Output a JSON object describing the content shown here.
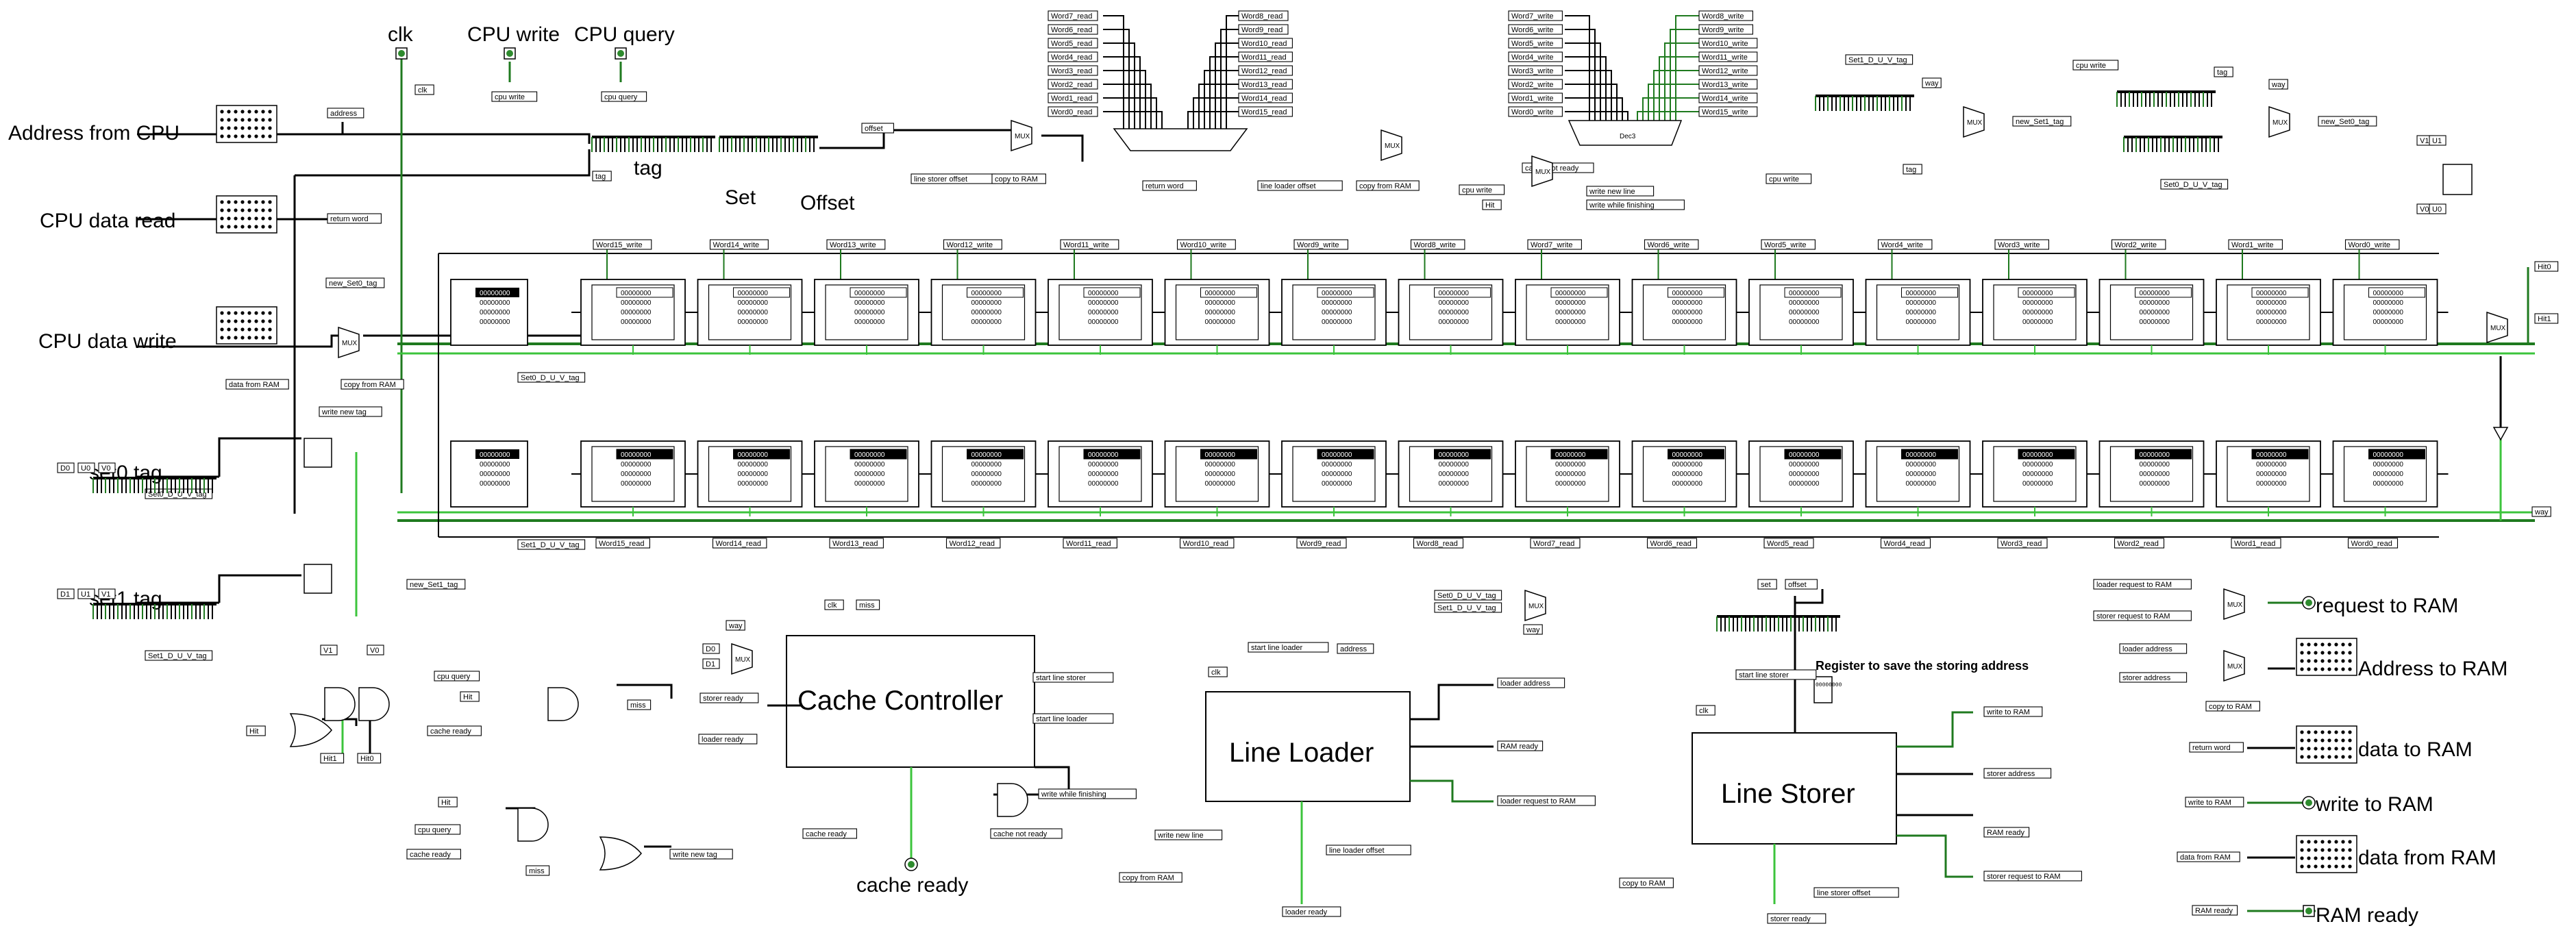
{
  "io_labels": {
    "address_from_cpu": "Address from CPU",
    "cpu_data_read": "CPU data read",
    "cpu_data_write": "CPU data write",
    "clk": "clk",
    "cpu_write": "CPU write",
    "cpu_query": "CPU query",
    "tag": "tag",
    "set": "Set",
    "offset": "Offset",
    "set0_tag": "set0 tag",
    "set1_tag": "set1 tag",
    "cache_ready": "cache ready",
    "request_to_ram": "request to RAM",
    "address_to_ram": "Address to RAM",
    "data_to_ram": "data to RAM",
    "write_to_ram": "write to RAM",
    "data_from_ram": "data from RAM",
    "ram_ready": "RAM ready"
  },
  "blocks": {
    "cache_controller": "Cache Controller",
    "line_loader": "Line Loader",
    "line_storer": "Line Storer",
    "register_note": "Register to save the storing address"
  },
  "word_write_labels": [
    "Word15_write",
    "Word14_write",
    "Word13_write",
    "Word12_write",
    "Word11_write",
    "Word10_write",
    "Word9_write",
    "Word8_write",
    "Word7_write",
    "Word6_write",
    "Word5_write",
    "Word4_write",
    "Word3_write",
    "Word2_write",
    "Word1_write",
    "Word0_write"
  ],
  "word_read_labels": [
    "Word15_read",
    "Word14_read",
    "Word13_read",
    "Word12_read",
    "Word11_read",
    "Word10_read",
    "Word9_read",
    "Word8_read",
    "Word7_read",
    "Word6_read",
    "Word5_read",
    "Word4_read",
    "Word3_read",
    "Word2_read",
    "Word1_read",
    "Word0_read"
  ],
  "mux_read_left": [
    "Word7_read",
    "Word6_read",
    "Word5_read",
    "Word4_read",
    "Word3_read",
    "Word2_read",
    "Word1_read",
    "Word0_read"
  ],
  "mux_read_right": [
    "Word8_read",
    "Word9_read",
    "Word10_read",
    "Word11_read",
    "Word12_read",
    "Word13_read",
    "Word14_read",
    "Word15_read"
  ],
  "dec_write_left": [
    "Word7_write",
    "Word6_write",
    "Word5_write",
    "Word4_write",
    "Word3_write",
    "Word2_write",
    "Word1_write",
    "Word0_write"
  ],
  "dec_write_right": [
    "Word8_write",
    "Word9_write",
    "Word10_write",
    "Word11_write",
    "Word12_write",
    "Word13_write",
    "Word14_write",
    "Word15_write"
  ],
  "register_value": "00000000",
  "tunnels": {
    "address": "address",
    "clk": "clk",
    "cpu_write": "cpu write",
    "cpu_query": "cpu query",
    "offset": "offset",
    "tag": "tag",
    "return_word": "return word",
    "data_from_ram": "data from RAM",
    "copy_from_ram": "copy from RAM",
    "new_set0_tag": "new_Set0_tag",
    "new_set1_tag": "new_Set1_tag",
    "set0_duv_tag": "Set0_D_U_V_tag",
    "set1_duv_tag": "Set1_D_U_V_tag",
    "write_new_tag": "write new tag",
    "line_storer_offset": "line storer offset",
    "line_loader_offset": "line loader offset",
    "copy_to_ram": "copy to RAM",
    "cache_not_ready": "cache not ready",
    "write_new_line": "write new line",
    "write_while_finishing": "write while finishing",
    "hit": "Hit",
    "hit0": "Hit0",
    "hit1": "Hit1",
    "way": "way",
    "miss": "miss",
    "cache_ready": "cache ready",
    "loader_ready": "loader ready",
    "storer_ready": "storer ready",
    "start_line_storer": "start line storer",
    "start_line_loader": "start line loader",
    "loader_address": "loader address",
    "storer_address": "storer address",
    "ram_ready": "RAM ready",
    "loader_request_to_ram": "loader request to RAM",
    "storer_request_to_ram": "storer request to RAM",
    "write_to_ram": "write to RAM",
    "set": "set",
    "d0": "D0",
    "u0": "U0",
    "v0": "V0",
    "d1": "D1",
    "u1": "U1",
    "v1": "V1",
    "mux": "MUX",
    "dec": "Dec3"
  },
  "colors": {
    "wire_black": "#000000",
    "wire_dark_green": "#1f7a1f",
    "wire_light_green": "#3cc43c",
    "pin_green": "#2e8b2e"
  }
}
